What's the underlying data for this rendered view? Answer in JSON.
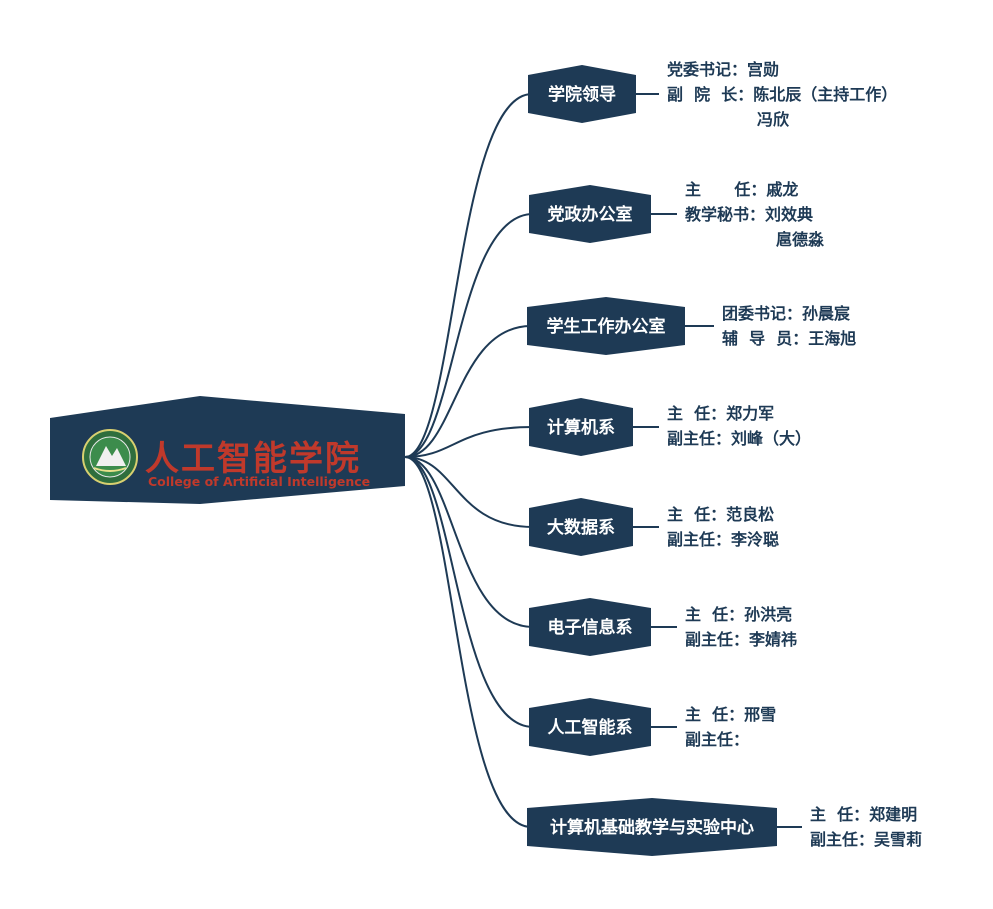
{
  "root": {
    "title_cn": "人工智能学院",
    "title_en": "College of Artificial Intelligence",
    "colors": {
      "fill": "#1e3a55",
      "accent": "#c0392b"
    },
    "emblem": "university-seal-icon"
  },
  "departments": [
    {
      "name": "学院领导",
      "details": [
        "党委书记：宫勋",
        "副  院  长：陈北辰（主持工作）",
        "冯欣"
      ]
    },
    {
      "name": "党政办公室",
      "details": [
        "主      任：戚龙",
        "教学秘书：刘效典",
        "扈德淼"
      ]
    },
    {
      "name": "学生工作办公室",
      "details": [
        "团委书记：孙晨宸",
        "辅  导  员：王海旭"
      ]
    },
    {
      "name": "计算机系",
      "details": [
        "主  任：郑力军",
        "副主任：刘峰（大）"
      ]
    },
    {
      "name": "大数据系",
      "details": [
        "主  任：范良松",
        "副主任：李泠聪"
      ]
    },
    {
      "name": "电子信息系",
      "details": [
        "主  任：孙洪亮",
        "副主任：李婧祎"
      ]
    },
    {
      "name": "人工智能系",
      "details": [
        "主  任：邢雪",
        "副主任："
      ]
    },
    {
      "name": "计算机基础教学与实验中心",
      "details": [
        "主  任：郑建明",
        "副主任：吴雪莉"
      ]
    }
  ]
}
